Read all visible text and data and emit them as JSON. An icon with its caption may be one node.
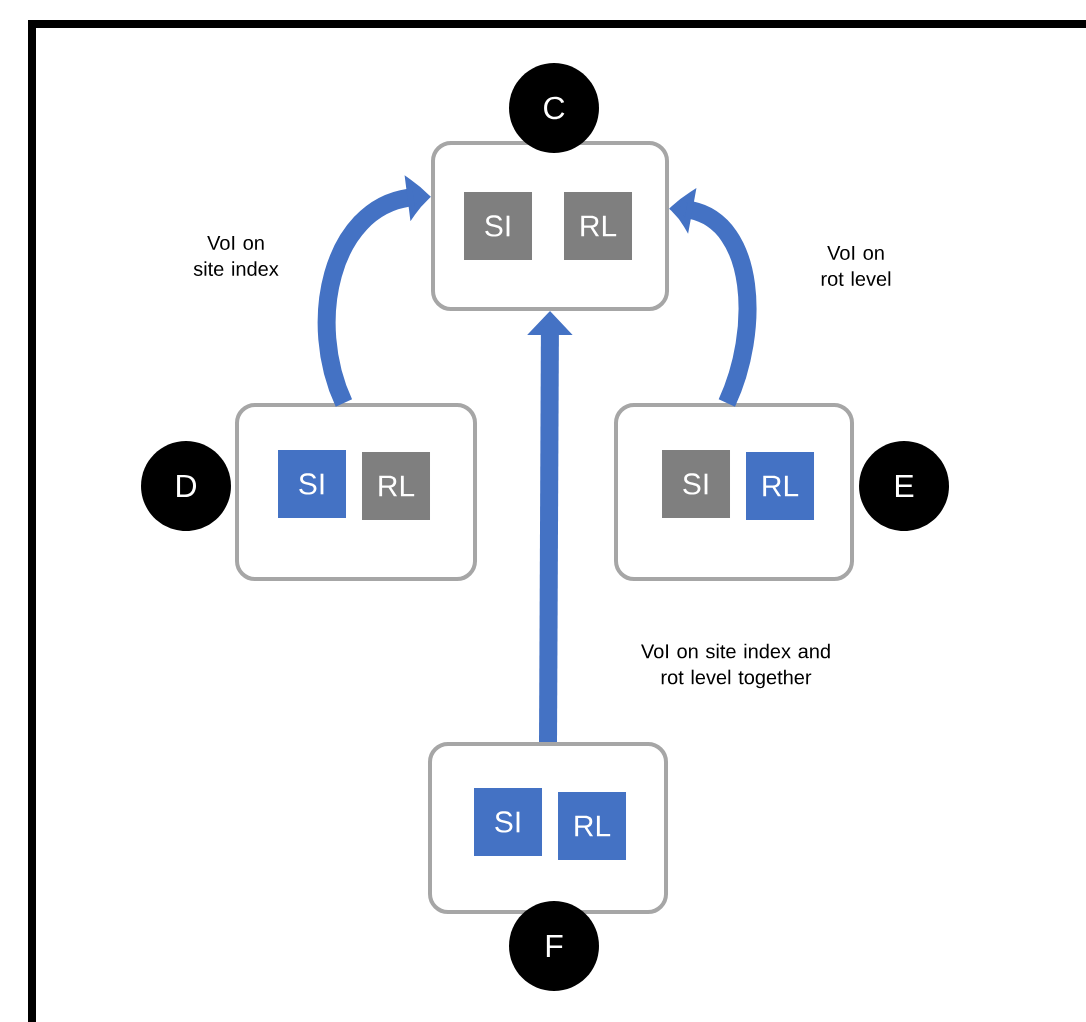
{
  "diagram": {
    "nodes": [
      {
        "text": [
          "C"
        ]
      },
      {
        "text": [],
        "shape": "box"
      },
      {
        "text": [
          "SI"
        ],
        "in": 1
      },
      {
        "text": [
          "RL"
        ],
        "in": 1
      },
      {
        "text": [
          "D"
        ]
      },
      {
        "text": [],
        "shape": "box"
      },
      {
        "text": [
          "SI"
        ],
        "in": 5
      },
      {
        "text": [
          "RL"
        ],
        "in": 5
      },
      {
        "text": [],
        "shape": "box"
      },
      {
        "text": [
          "SI"
        ],
        "in": 8
      },
      {
        "text": [
          "RL"
        ],
        "in": 8
      },
      {
        "text": [
          "E"
        ]
      },
      {
        "text": [],
        "shape": "box"
      },
      {
        "text": [
          "SI"
        ],
        "in": 12
      },
      {
        "text": [
          "RL"
        ],
        "in": 12
      },
      {
        "text": [
          "F"
        ]
      }
    ],
    "edges": [
      {
        "from": 5,
        "to": 1,
        "arrow": "to",
        "label": "VoI on site index"
      },
      {
        "from": 8,
        "to": 1,
        "arrow": "to",
        "label": "VoI on rot level"
      },
      {
        "from": 12,
        "to": 1,
        "arrow": "to",
        "label": "VoI on site index and rot level together"
      }
    ]
  }
}
